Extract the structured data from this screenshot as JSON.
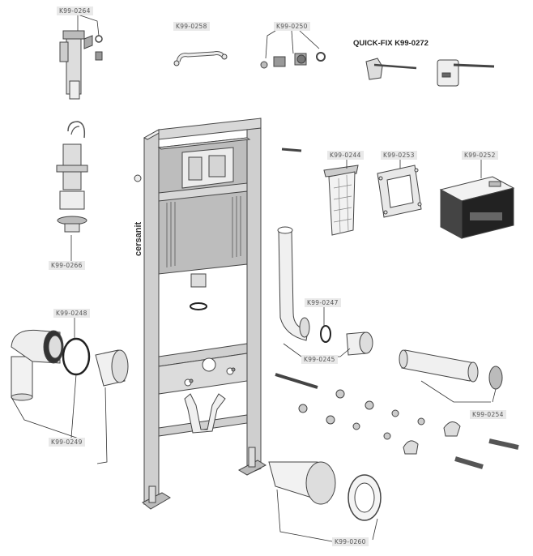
{
  "brand": "cersanit",
  "colors": {
    "part_stroke": "#444444",
    "part_fill": "#e6e6e6",
    "frame_fill": "#bdbdbd",
    "label_bg": "#e9e9e9",
    "leader": "#333333"
  },
  "labels": {
    "k99_0264": "K99-0264",
    "k99_0258": "K99-0258",
    "k99_0250": "K99-0250",
    "quick_fix": "QUICK-FIX K99-0272",
    "k99_0266": "K99-0266",
    "k99_0244": "K99-0244",
    "k99_0253": "K99-0253",
    "k99_0252": "K99-0252",
    "k99_0248": "K99-0248",
    "k99_0247": "K99-0247",
    "k99_0245": "K99-0245",
    "k99_0249": "K99-0249",
    "k99_0254": "K99-0254",
    "k99_0260": "K99-0260"
  }
}
